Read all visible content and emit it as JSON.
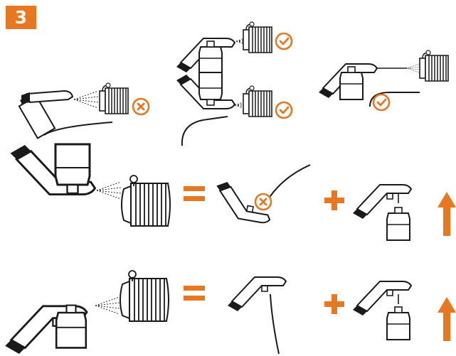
{
  "step": {
    "number": "3"
  },
  "colors": {
    "accent": "#E87722",
    "ink": "#1a1a1a",
    "paper": "#ffffff",
    "can_fill": "#ffffff"
  },
  "icons": {
    "ok": "check-circle-icon",
    "bad": "x-circle-icon",
    "equals": "equals-icon",
    "plus": "plus-icon",
    "up": "arrow-up-icon"
  },
  "rows": [
    {
      "id": "spray-distance",
      "items": [
        "spray-can-far",
        "spray-gun-side",
        "spray-gun-below",
        "spray-gun-extension"
      ]
    },
    {
      "id": "spray-gun-angle",
      "items": [
        "gun-tilted-down",
        "gun-no-hose",
        "gun-can-up"
      ]
    },
    {
      "id": "spray-gun-hose",
      "items": [
        "gun-tilted-up",
        "gun-hose-down",
        "gun-can-down"
      ]
    }
  ]
}
